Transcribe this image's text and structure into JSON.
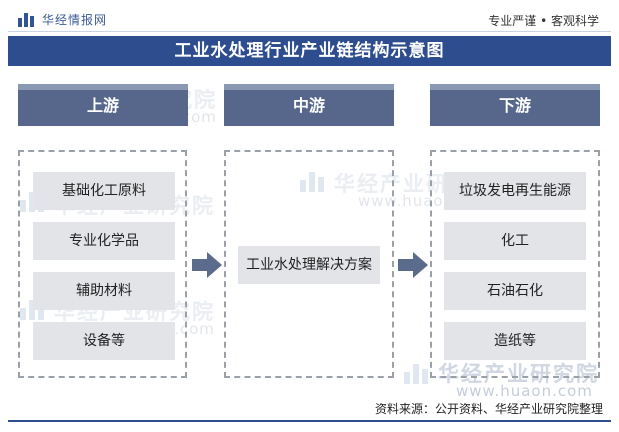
{
  "header": {
    "brand": "华经情报网",
    "slogan": "专业严谨 • 客观科学"
  },
  "title": "工业水处理行业产业链结构示意图",
  "stages": {
    "upstream": {
      "label": "上游",
      "items": [
        "基础化工原料",
        "专业化学品",
        "辅助材料",
        "设备等"
      ]
    },
    "midstream": {
      "label": "中游",
      "items": [
        "工业水处理解决方案"
      ]
    },
    "downstream": {
      "label": "下游",
      "items": [
        "垃圾发电再生能源",
        "化工",
        "石油石化",
        "造纸等"
      ]
    }
  },
  "watermark": {
    "text": "华经产业研究院",
    "url": "www.huaon.com"
  },
  "source": "资料来源：公开资料、华经产业研究院整理",
  "colors": {
    "title_bg": "#2e4d8e",
    "header_bg": "#56678b",
    "item_bg": "#e2e4e8",
    "arrow": "#5b6b8c"
  },
  "icons": [
    "brand-logo-icon",
    "arrow-right-icon"
  ]
}
